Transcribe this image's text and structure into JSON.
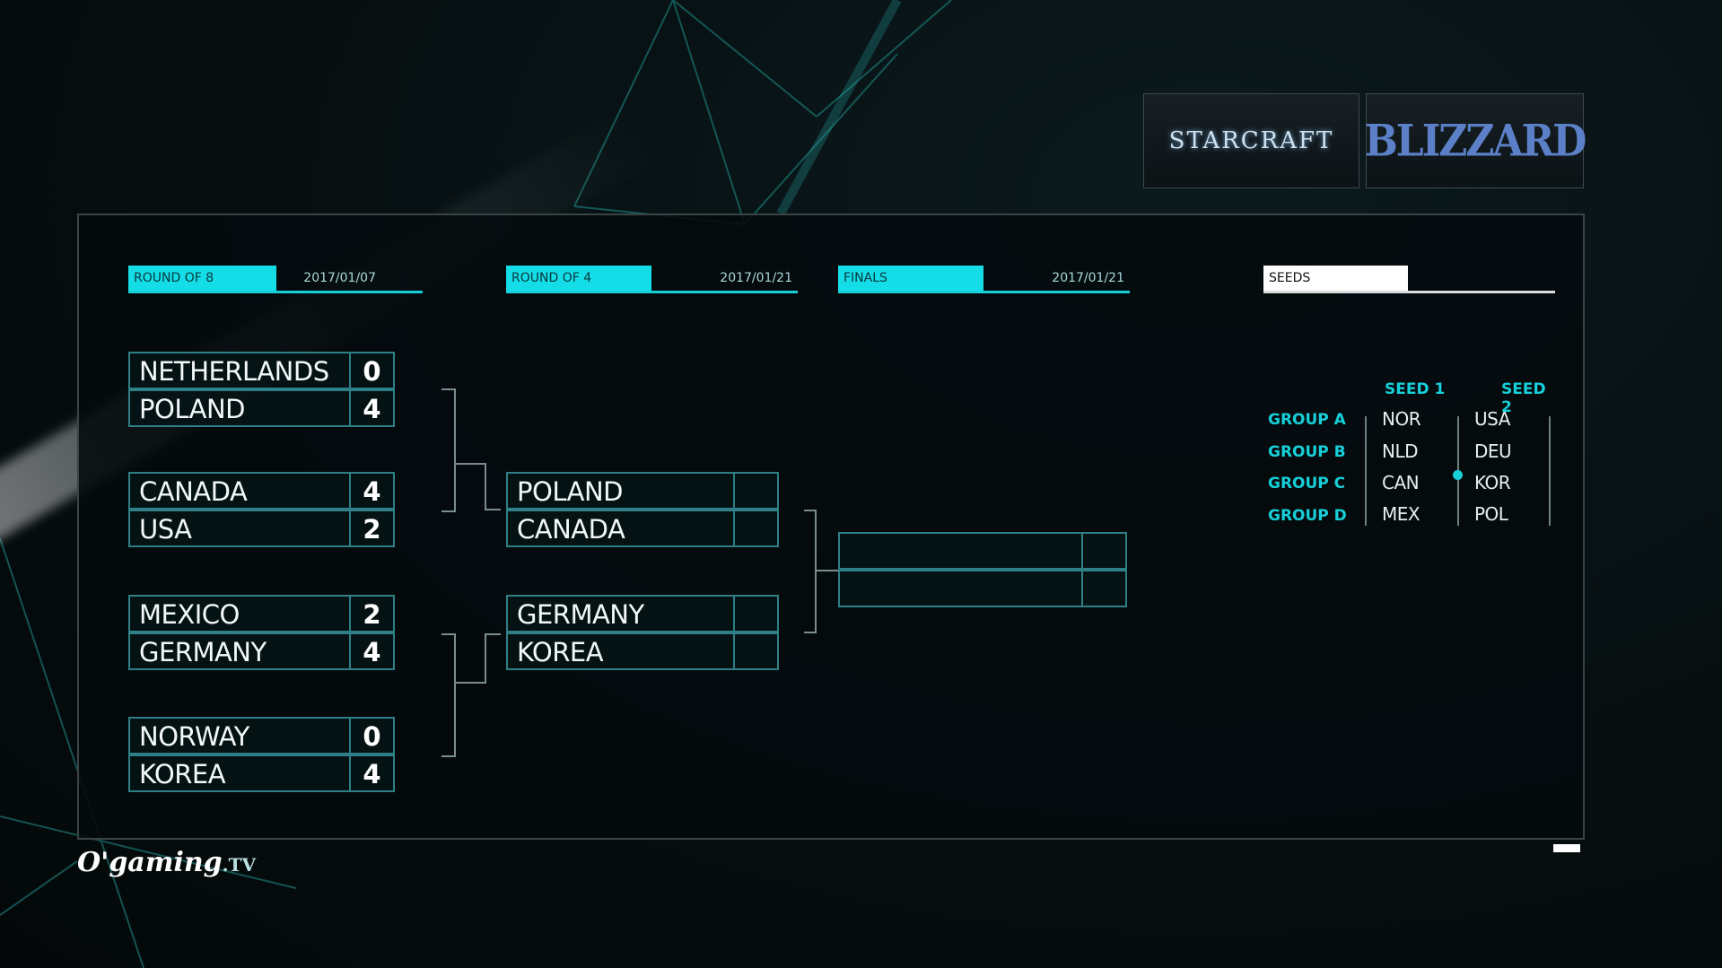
{
  "logos": {
    "starcraft": "STARCRAFT",
    "blizzard": "BLIZZARD"
  },
  "rounds": [
    {
      "label": "ROUND OF 8",
      "date": "2017/01/07"
    },
    {
      "label": "ROUND OF 4",
      "date": "2017/01/21"
    },
    {
      "label": "FINALS",
      "date": "2017/01/21"
    }
  ],
  "seeds_header": "SEEDS",
  "round_of_8": [
    {
      "team1": "NETHERLANDS",
      "score1": "0",
      "team2": "POLAND",
      "score2": "4"
    },
    {
      "team1": "CANADA",
      "score1": "4",
      "team2": "USA",
      "score2": "2"
    },
    {
      "team1": "MEXICO",
      "score1": "2",
      "team2": "GERMANY",
      "score2": "4"
    },
    {
      "team1": "NORWAY",
      "score1": "0",
      "team2": "KOREA",
      "score2": "4"
    }
  ],
  "round_of_4": [
    {
      "team1": "POLAND",
      "score1": "",
      "team2": "CANADA",
      "score2": ""
    },
    {
      "team1": "GERMANY",
      "score1": "",
      "team2": "KOREA",
      "score2": ""
    }
  ],
  "finals": {
    "team1": "",
    "score1": "",
    "team2": "",
    "score2": ""
  },
  "seeds": {
    "col1": "SEED 1",
    "col2": "SEED 2",
    "groups": [
      {
        "name": "GROUP A",
        "seed1": "NOR",
        "seed2": "USA"
      },
      {
        "name": "GROUP B",
        "seed1": "NLD",
        "seed2": "DEU"
      },
      {
        "name": "GROUP C",
        "seed1": "CAN",
        "seed2": "KOR"
      },
      {
        "name": "GROUP D",
        "seed1": "MEX",
        "seed2": "POL"
      }
    ]
  },
  "branding": {
    "name": "O'gaming",
    "suffix": ".TV"
  },
  "colors": {
    "accent": "#15dde8",
    "panel_border": "#3a4446",
    "row_border": "#2f7f86"
  }
}
